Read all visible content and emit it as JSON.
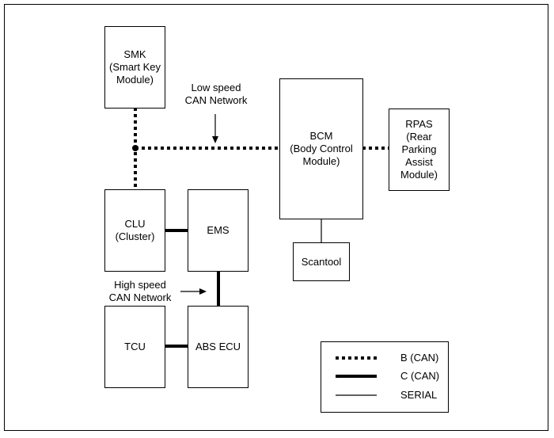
{
  "nodes": {
    "smk": "SMK\n(Smart Key\nModule)",
    "bcm": "BCM\n(Body Control\nModule)",
    "rpas": "RPAS\n(Rear\nParking\nAssist\nModule)",
    "clu": "CLU\n(Cluster)",
    "ems": "EMS",
    "scantool": "Scantool",
    "tcu": "TCU",
    "abs": "ABS ECU"
  },
  "annotations": {
    "low_speed": "Low speed\nCAN Network",
    "high_speed": "High speed\nCAN Network"
  },
  "legend": {
    "b_can": "B (CAN)",
    "c_can": "C (CAN)",
    "serial": "SERIAL"
  }
}
